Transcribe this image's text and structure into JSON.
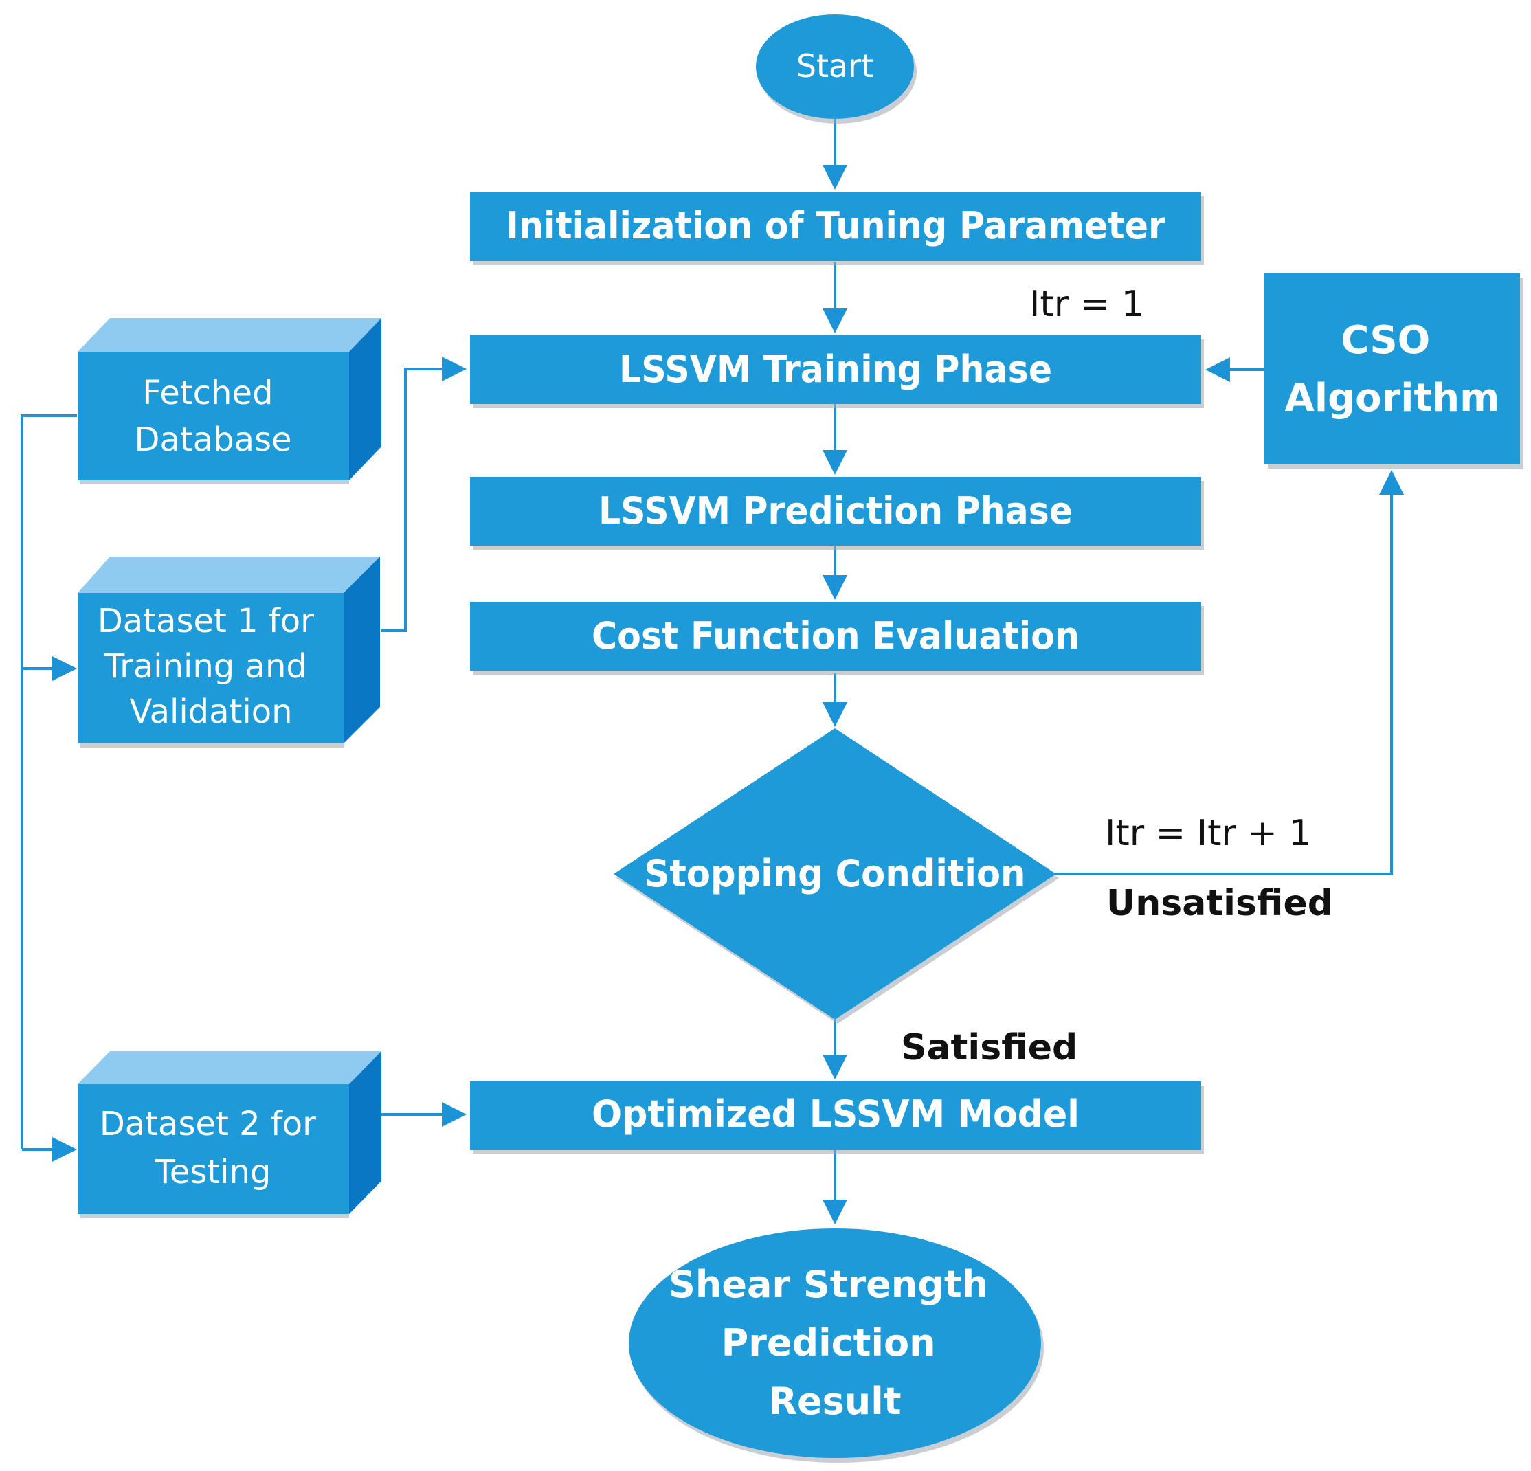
{
  "colors": {
    "box_fill": "#1f9ad9",
    "box_side": "#0a77c4",
    "box_top": "#8fcaf0",
    "shadow": "#9aa6b0",
    "connector": "#1b93d6",
    "text_on_box": "#ffffff",
    "label_text": "#111111"
  },
  "nodes": {
    "start": "Start",
    "init": "Initialization of Tuning Parameter",
    "training": "LSSVM Training Phase",
    "prediction": "LSSVM Prediction Phase",
    "cost": "Cost Function Evaluation",
    "stopping": "Stopping Condition",
    "optimized": "Optimized LSSVM Model",
    "result": [
      "Shear Strength",
      "Prediction",
      "Result"
    ],
    "cso": [
      "CSO",
      "Algorithm"
    ],
    "fetched": [
      "Fetched",
      "Database"
    ],
    "dataset1": [
      "Dataset 1 for",
      "Training and",
      "Validation"
    ],
    "dataset2": [
      "Dataset 2 for",
      "Testing"
    ]
  },
  "labels": {
    "itr_init": "Itr = 1",
    "itr_increment": "Itr = Itr + 1",
    "unsatisfied": "Unsatisfied",
    "satisfied": "Satisfied"
  }
}
